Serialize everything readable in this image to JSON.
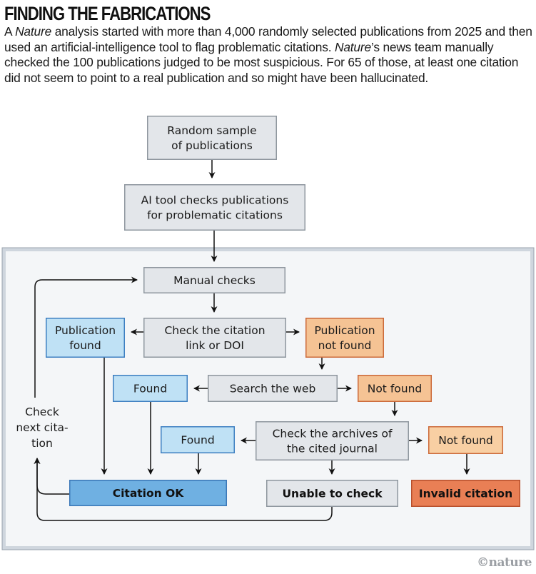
{
  "header": {
    "title": "FINDING THE FABRICATIONS",
    "intro_parts": [
      {
        "text": "A ",
        "italic": false
      },
      {
        "text": "Nature",
        "italic": true
      },
      {
        "text": " analysis started with more than 4,000 randomly selected publications from 2025 and then used an artificial-intelligence tool to flag problematic citations. ",
        "italic": false
      },
      {
        "text": "Nature",
        "italic": true
      },
      {
        "text": "’s news team manually checked the 100 publications judged to be most suspicious. For 65 of those, at least one citation did not seem to point to a real publication and so might have been hallucinated.",
        "italic": false
      }
    ]
  },
  "colors": {
    "neutral_fill": "#e3e6ea",
    "neutral_stroke": "#8f979f",
    "found_fill": "#bfe1f5",
    "found_stroke": "#3d7fc1",
    "ok_fill": "#6fb0e2",
    "ok_stroke": "#3b78b8",
    "notfound_fill": "#f5c394",
    "notfound_stroke": "#cc6a3a",
    "notfound_light_fill": "#f8cfa3",
    "invalid_fill": "#e97f55",
    "invalid_stroke": "#b8502d",
    "panel_fill": "#f4f6f8",
    "panel_border": "#cfd6de",
    "arrow": "#111111"
  },
  "nodes": {
    "random_sample": [
      "Random sample",
      "of publications"
    ],
    "ai_tool": [
      "AI tool checks publications",
      "for problematic citations"
    ],
    "manual_checks": [
      "Manual checks"
    ],
    "check_link": [
      "Check the citation",
      "link or DOI"
    ],
    "publication_found": [
      "Publication",
      "found"
    ],
    "publication_not_found": [
      "Publication",
      "not found"
    ],
    "search_web": [
      "Search the web"
    ],
    "found_web": [
      "Found"
    ],
    "not_found_web": [
      "Not found"
    ],
    "check_archives": [
      "Check the archives of",
      "the cited journal"
    ],
    "found_archives": [
      "Found"
    ],
    "not_found_archives": [
      "Not found"
    ],
    "citation_ok": [
      "Citation OK"
    ],
    "unable_to_check": [
      "Unable to check"
    ],
    "invalid_citation": [
      "Invalid citation"
    ],
    "loop_label": [
      "Check",
      "next cita-",
      "tion"
    ]
  },
  "edges": [
    [
      "random_sample",
      "ai_tool"
    ],
    [
      "ai_tool",
      "manual_checks"
    ],
    [
      "manual_checks",
      "check_link"
    ],
    [
      "check_link",
      "publication_found"
    ],
    [
      "check_link",
      "publication_not_found"
    ],
    [
      "publication_not_found",
      "search_web"
    ],
    [
      "search_web",
      "found_web"
    ],
    [
      "search_web",
      "not_found_web"
    ],
    [
      "not_found_web",
      "check_archives"
    ],
    [
      "check_archives",
      "found_archives"
    ],
    [
      "check_archives",
      "not_found_archives"
    ],
    [
      "check_archives",
      "unable_to_check"
    ],
    [
      "not_found_archives",
      "invalid_citation"
    ],
    [
      "publication_found",
      "citation_ok"
    ],
    [
      "found_web",
      "citation_ok"
    ],
    [
      "found_archives",
      "citation_ok"
    ],
    [
      "citation_ok",
      "loop_label"
    ],
    [
      "unable_to_check",
      "loop_label"
    ],
    [
      "loop_label",
      "manual_checks"
    ]
  ],
  "credit": "©nature"
}
